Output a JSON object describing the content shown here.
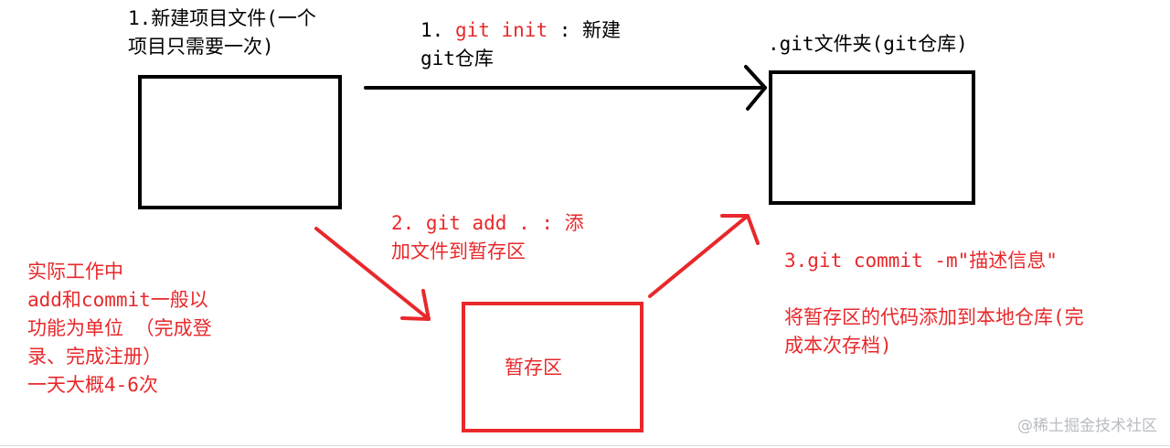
{
  "step1": {
    "line1": "1.新建项目文件(一个",
    "line2": "项目只需要一次)"
  },
  "git_init": {
    "prefix": "1. ",
    "command": "git init",
    "suffix": " : 新建",
    "line2": "git仓库"
  },
  "repo": {
    "label": ".git文件夹(git仓库)"
  },
  "git_add": {
    "line1": "2. git add . : 添",
    "line2": "加文件到暂存区"
  },
  "work_note": {
    "lines": [
      "实际工作中",
      "add和commit一般以",
      "功能为单位 （完成登",
      "录、完成注册）",
      "一天大概4-6次"
    ]
  },
  "staging": {
    "label": "暂存区"
  },
  "git_commit": {
    "line1": "3.git commit -m\"描述信息\"",
    "line2": "将暂存区的代码添加到本地仓库(完",
    "line3": "成本次存档)"
  },
  "watermark": "@稀土掘金技术社区",
  "colors": {
    "annotation_red": "#e8282b",
    "outline_black": "#000000"
  }
}
